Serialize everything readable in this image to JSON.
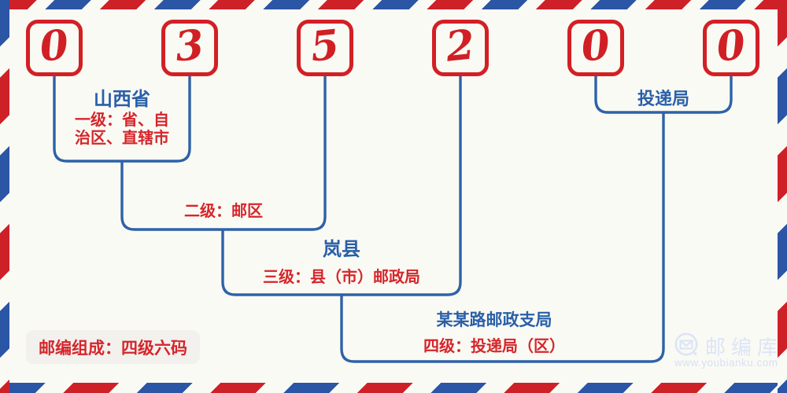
{
  "postal_code": {
    "digits": [
      "0",
      "3",
      "5",
      "2",
      "0",
      "0"
    ]
  },
  "annotations": {
    "level1": {
      "region": "山西省",
      "desc_line1": "一级：省、自",
      "desc_line2": "治区、直辖市"
    },
    "level2": {
      "desc": "二级：邮区"
    },
    "level3": {
      "region": "岚县",
      "desc": "三级：县（市）邮政局"
    },
    "level4": {
      "office": "某某路邮政支局",
      "desc": "四级：投递局（区）"
    },
    "delivery_office": {
      "label": "投递局"
    }
  },
  "badge": {
    "label": "邮编组成：四级六码"
  },
  "watermark": {
    "brand": "邮编库",
    "url": "www.youbianku.com",
    "icon": "envelope-circle-icon"
  },
  "colors": {
    "stripe_red": "#ce2127",
    "stripe_blue": "#2b55a5",
    "digit_red": "#d02025",
    "line_blue": "#2d62a8",
    "region_text_blue": "#2a5fa8",
    "desc_text_red": "#d5262b",
    "watermark_blue": "#dce5f6",
    "badge_bg": "#f3f1ee",
    "background": "#fafaf4"
  }
}
